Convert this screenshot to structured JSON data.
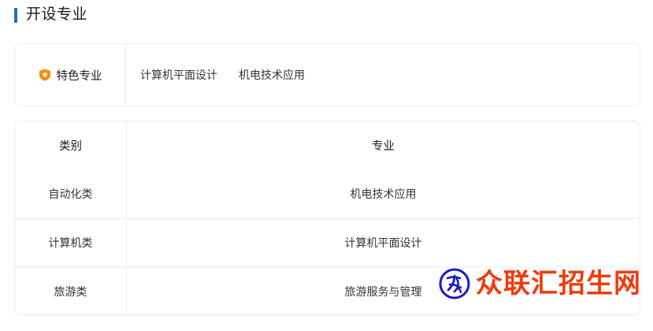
{
  "section": {
    "title": "开设专业",
    "accent_color": "#2b6cb8"
  },
  "feature_card": {
    "icon": "shield-star-icon",
    "icon_color": "#f29100",
    "label": "特色专业",
    "majors": [
      "计算机平面设计",
      "机电技术应用"
    ]
  },
  "majors_table": {
    "headers": {
      "category": "类别",
      "major": "专业"
    },
    "rows": [
      {
        "category": "自动化类",
        "major": "机电技术应用"
      },
      {
        "category": "计算机类",
        "major": "计算机平面设计"
      },
      {
        "category": "旅游类",
        "major": "旅游服务与管理"
      }
    ]
  },
  "watermark": {
    "logo": "circular-brand-logo",
    "logo_color": "#1818cd",
    "text": "众联汇招生网",
    "text_color": "#ef3b0c"
  }
}
